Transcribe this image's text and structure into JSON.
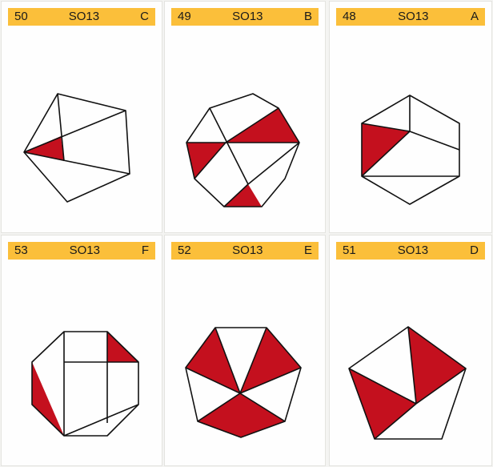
{
  "colors": {
    "header": "#fbbf3a",
    "fill": "#c4101e",
    "stroke": "#111111"
  },
  "cards": [
    {
      "number": "50",
      "set": "SO13",
      "letter": "C"
    },
    {
      "number": "49",
      "set": "SO13",
      "letter": "B"
    },
    {
      "number": "48",
      "set": "SO13",
      "letter": "A"
    },
    {
      "number": "53",
      "set": "SO13",
      "letter": "F"
    },
    {
      "number": "52",
      "set": "SO13",
      "letter": "E"
    },
    {
      "number": "51",
      "set": "SO13",
      "letter": "D"
    }
  ]
}
